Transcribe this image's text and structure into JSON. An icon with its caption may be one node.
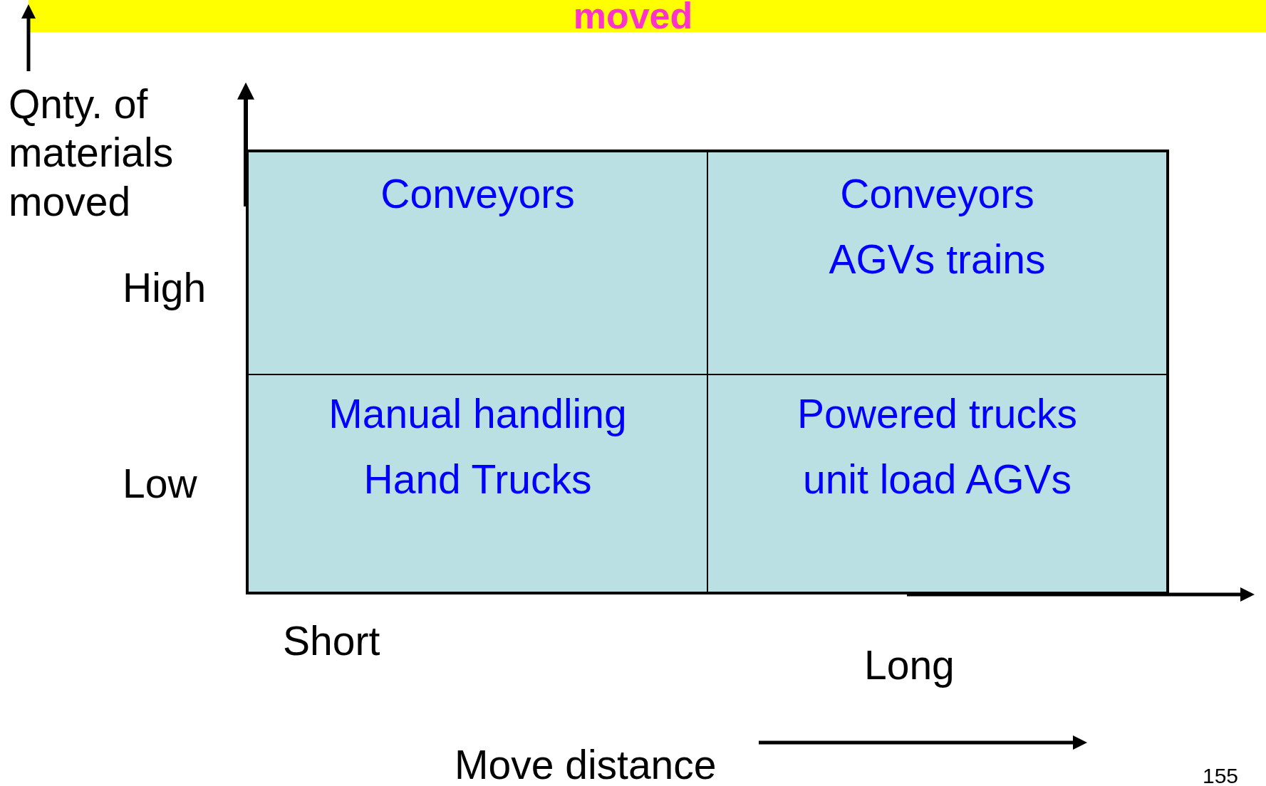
{
  "diagram": {
    "title": "moved",
    "nodes": [
      {
        "text": [
          "Conveyors"
        ]
      },
      {
        "text": [
          "Conveyors",
          "AGVs trains"
        ]
      },
      {
        "text": [
          "Manual handling",
          "Hand Trucks"
        ]
      },
      {
        "text": [
          "Powered trucks",
          "unit load AGVs"
        ]
      }
    ],
    "labels": [
      "Qnty. of materials moved",
      "High",
      "Low",
      "Short",
      "Long",
      "Move distance",
      "155"
    ]
  }
}
